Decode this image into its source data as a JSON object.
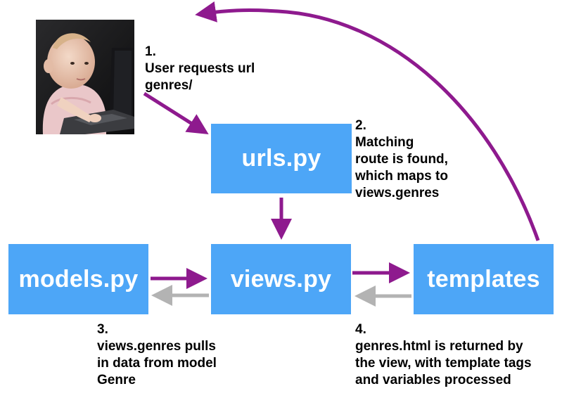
{
  "colors": {
    "box_fill": "#4da6f7",
    "box_text": "#ffffff",
    "request_arrow": "#8e1a8e",
    "return_arrow": "#b3b3b3",
    "label_text": "#000000"
  },
  "image": {
    "description_icon": "baby-at-laptop-photo-icon"
  },
  "boxes": {
    "urls": "urls.py",
    "models": "models.py",
    "views": "views.py",
    "templates": "templates"
  },
  "steps": {
    "step1": {
      "num": "1.",
      "lines": [
        "User requests url",
        "genres/"
      ]
    },
    "step2": {
      "num": "2.",
      "lines": [
        "Matching",
        "route is found,",
        "which maps to",
        "views.genres"
      ]
    },
    "step3": {
      "num": "3.",
      "lines": [
        "views.genres pulls",
        "in data from model",
        "Genre"
      ]
    },
    "step4": {
      "num": "4.",
      "lines": [
        "genres.html is returned by",
        "the view, with template tags",
        "and variables processed"
      ]
    }
  }
}
